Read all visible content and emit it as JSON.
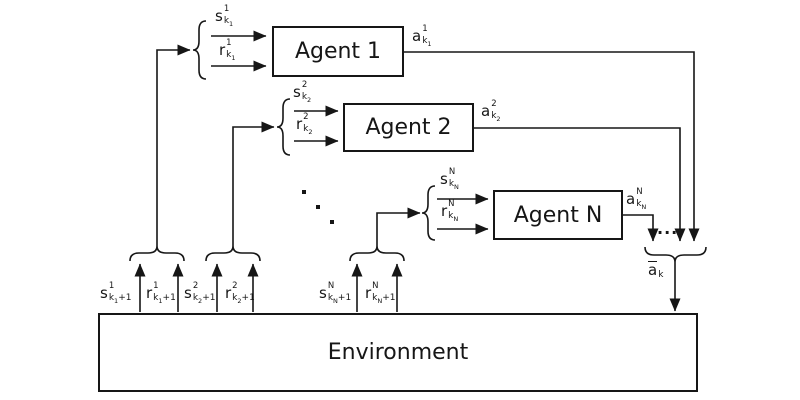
{
  "colors": {
    "ink": "#161616",
    "background": "#ffffff",
    "box_fill": "#ffffff"
  },
  "boxes": {
    "agent1": "Agent 1",
    "agent2": "Agent 2",
    "agentN": "Agent N",
    "environment": "Environment"
  },
  "labels": {
    "s1k1": {
      "b": "s",
      "sup": "1",
      "sub": "k",
      "ss": "1",
      "st": ""
    },
    "r1k1": {
      "b": "r",
      "sup": "1",
      "sub": "k",
      "ss": "1",
      "st": ""
    },
    "a1k1": {
      "b": "a",
      "sup": "1",
      "sub": "k",
      "ss": "1",
      "st": ""
    },
    "s2k2": {
      "b": "s",
      "sup": "2",
      "sub": "k",
      "ss": "2",
      "st": ""
    },
    "r2k2": {
      "b": "r",
      "sup": "2",
      "sub": "k",
      "ss": "2",
      "st": ""
    },
    "a2k2": {
      "b": "a",
      "sup": "2",
      "sub": "k",
      "ss": "2",
      "st": ""
    },
    "sNkN": {
      "b": "s",
      "sup": "N",
      "sub": "k",
      "ss": "N",
      "st": ""
    },
    "rNkN": {
      "b": "r",
      "sup": "N",
      "sub": "k",
      "ss": "N",
      "st": ""
    },
    "aNkN": {
      "b": "a",
      "sup": "N",
      "sub": "k",
      "ss": "N",
      "st": ""
    },
    "s1k1p1": {
      "b": "s",
      "sup": "1",
      "sub": "k",
      "ss": "1",
      "st": "+1"
    },
    "r1k1p1": {
      "b": "r",
      "sup": "1",
      "sub": "k",
      "ss": "1",
      "st": "+1"
    },
    "s2k2p1": {
      "b": "s",
      "sup": "2",
      "sub": "k",
      "ss": "2",
      "st": "+1"
    },
    "r2k2p1": {
      "b": "r",
      "sup": "2",
      "sub": "k",
      "ss": "2",
      "st": "+1"
    },
    "sNkNp1": {
      "b": "s",
      "sup": "N",
      "sub": "k",
      "ss": "N",
      "st": "+1"
    },
    "rNkNp1": {
      "b": "r",
      "sup": "N",
      "sub": "k",
      "ss": "N",
      "st": "+1"
    },
    "abark": {
      "b": "a",
      "sup": "",
      "sub": "k",
      "ss": "",
      "st": "",
      "bar": true
    },
    "hdots": "..."
  },
  "icons": {
    "arrowhead": "solid-triangle",
    "diagonal_ellipsis": "three-dots-diagonal",
    "curly_brace": "grouping-brace"
  }
}
